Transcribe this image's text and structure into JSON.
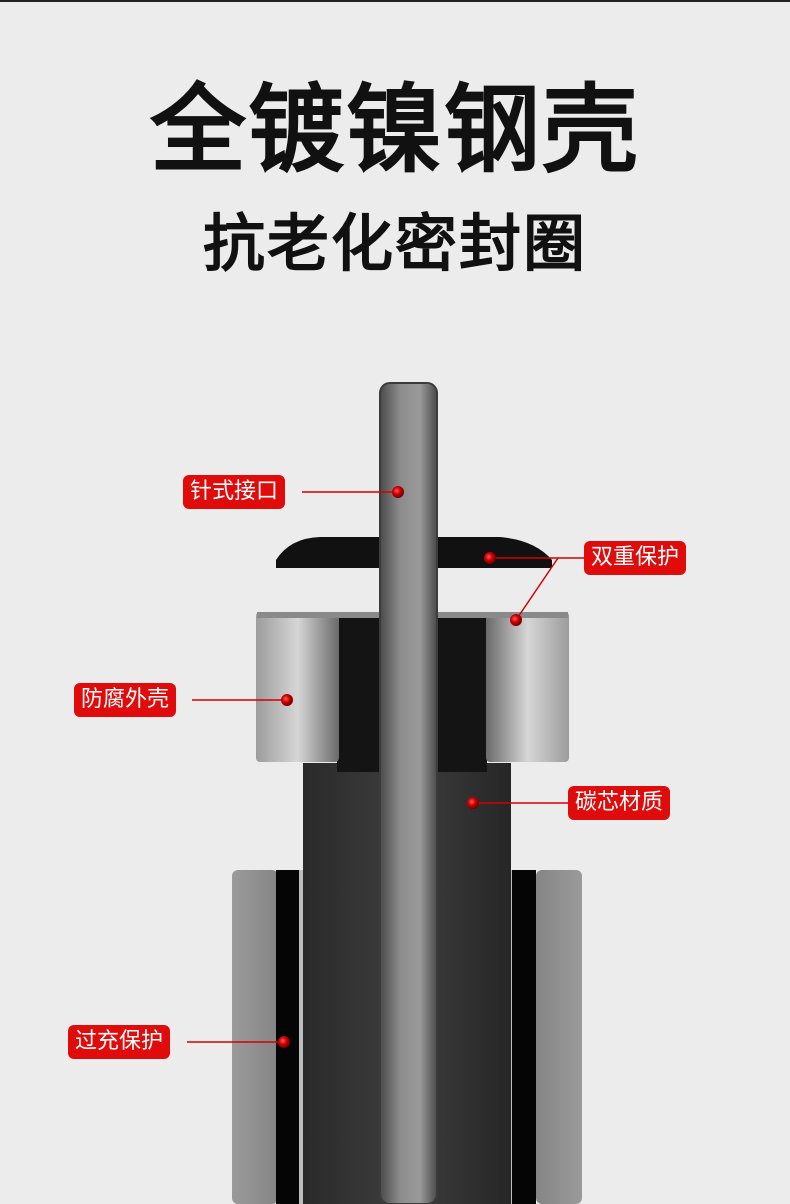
{
  "header": {
    "title": "全镀镍钢壳",
    "subtitle": "抗老化密封圈"
  },
  "callouts": {
    "pin_connector": "针式接口",
    "double_protection": "双重保护",
    "anticorrosion_shell": "防腐外壳",
    "carbon_core": "碳芯材质",
    "overcharge_protection": "过充保护"
  },
  "colors": {
    "label_bg": "#e00c0c",
    "label_text": "#ffffff",
    "background": "#ececec"
  }
}
